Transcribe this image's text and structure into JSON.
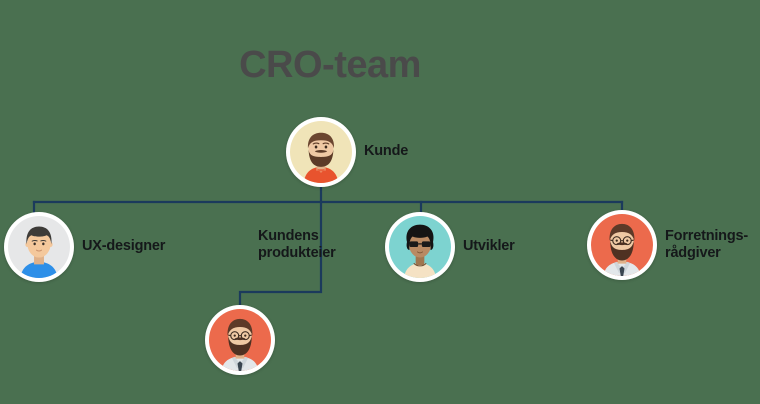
{
  "title": "CRO-team",
  "background_color": "#4a7050",
  "connector_color": "#1b3a5c",
  "label_color": "#15181a",
  "title_color": "#4a4a4a",
  "chart_data": {
    "type": "diagram",
    "diagram_kind": "organization-chart",
    "title": "CRO-team",
    "root": "Kunde",
    "nodes": [
      {
        "id": "kunde",
        "label": "Kunde",
        "level": 0,
        "label_position": "right",
        "avatar": {
          "background": "#f0e4b8",
          "hair": "#6b4630",
          "beard": "#5c3b27",
          "skin": "#efc9a4",
          "shirt": "#e8532e",
          "glasses": false,
          "sunglasses": false
        }
      },
      {
        "id": "ux-designer",
        "label": "UX-designer",
        "level": 1,
        "parent": "kunde",
        "label_position": "right",
        "avatar": {
          "background": "#e6e7e8",
          "hair": "#3d3b38",
          "beard": null,
          "skin": "#f4c89c",
          "shirt": "#2d8fe8",
          "glasses": false,
          "sunglasses": false
        }
      },
      {
        "id": "kundens-produkteier",
        "label": "Kundens\nprodukteier",
        "level": 1,
        "parent": "kunde",
        "label_position": "detached",
        "avatar": {
          "background": "#ec6a4c",
          "hair": "#5d3a28",
          "beard": "#4f3122",
          "skin": "#efc9a4",
          "shirt": "#e3e7ea",
          "glasses": true,
          "sunglasses": false
        }
      },
      {
        "id": "utvikler",
        "label": "Utvikler",
        "level": 1,
        "parent": "kunde",
        "label_position": "right",
        "avatar": {
          "background": "#7dd3d0",
          "hair": "#141414",
          "beard": null,
          "skin": "#b98a63",
          "shirt": "#f5e2c4",
          "glasses": false,
          "sunglasses": true
        }
      },
      {
        "id": "forretningsradgiver",
        "label": "Forretnings-\nrådgiver",
        "level": 1,
        "parent": "kunde",
        "label_position": "right",
        "avatar": {
          "background": "#ec6a4c",
          "hair": "#5d3a28",
          "beard": "#4f3122",
          "skin": "#efc9a4",
          "shirt": "#e3e7ea",
          "glasses": true,
          "sunglasses": false
        }
      }
    ],
    "edges": [
      {
        "from": "kunde",
        "to": "ux-designer"
      },
      {
        "from": "kunde",
        "to": "kundens-produkteier"
      },
      {
        "from": "kunde",
        "to": "utvikler"
      },
      {
        "from": "kunde",
        "to": "forretningsradgiver"
      }
    ]
  },
  "nodes": {
    "kunde": {
      "label": "Kunde"
    },
    "ux": {
      "label": "UX-designer"
    },
    "produkteier": {
      "label": "Kundens\nprodukteier"
    },
    "utvikler": {
      "label": "Utvikler"
    },
    "forretning": {
      "label": "Forretnings-\nrådgiver"
    }
  }
}
